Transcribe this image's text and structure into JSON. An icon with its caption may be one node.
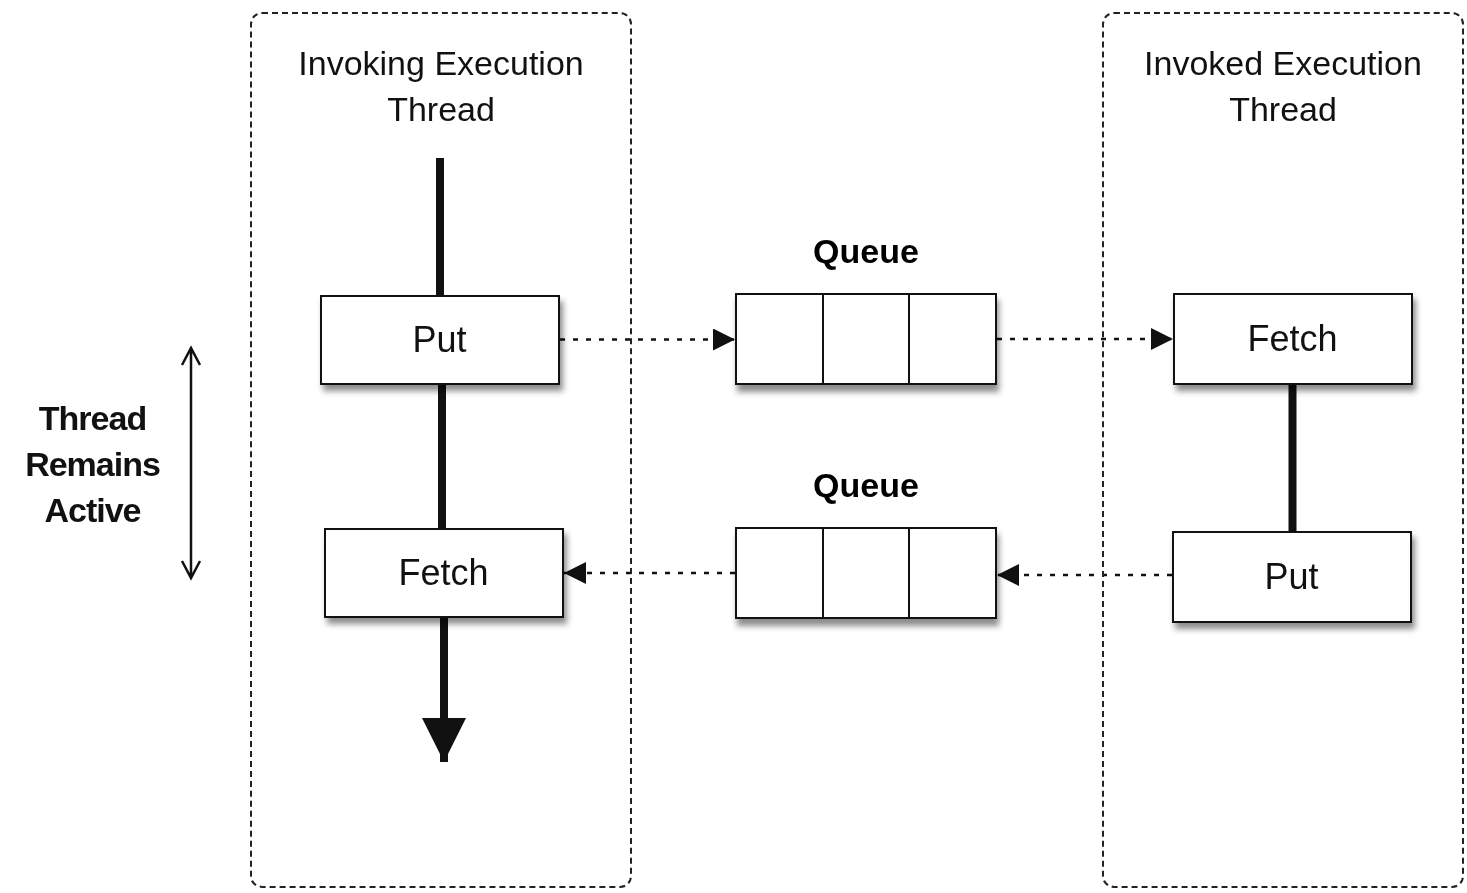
{
  "diagram": {
    "nodes": [
      {
        "text": [
          "Invoking Execution Thread"
        ]
      },
      {
        "text": [
          "Put"
        ],
        "in": 0
      },
      {
        "text": [
          "Fetch"
        ],
        "in": 0
      },
      {
        "text": [
          "Queue"
        ]
      },
      {
        "text": [
          "Queue"
        ]
      },
      {
        "text": [
          "Invoked Execution Thread"
        ]
      },
      {
        "text": [
          "Fetch"
        ],
        "in": 5
      },
      {
        "text": [
          "Put"
        ],
        "in": 5
      }
    ],
    "edges": [
      {
        "from": null,
        "to": 1,
        "arrow": "none",
        "style": "thick"
      },
      {
        "from": 1,
        "to": 2,
        "arrow": "none",
        "style": "thick"
      },
      {
        "from": 2,
        "to": null,
        "arrow": "to",
        "style": "thick"
      },
      {
        "from": 1,
        "to": 3,
        "arrow": "to",
        "style": "dashed"
      },
      {
        "from": 3,
        "to": 6,
        "arrow": "to",
        "style": "dashed"
      },
      {
        "from": 6,
        "to": 7,
        "arrow": "none",
        "style": "thick"
      },
      {
        "from": 7,
        "to": 4,
        "arrow": "to",
        "style": "dashed"
      },
      {
        "from": 4,
        "to": 2,
        "arrow": "to",
        "style": "dashed"
      }
    ],
    "labels": [
      "Thread Remains Active"
    ]
  }
}
